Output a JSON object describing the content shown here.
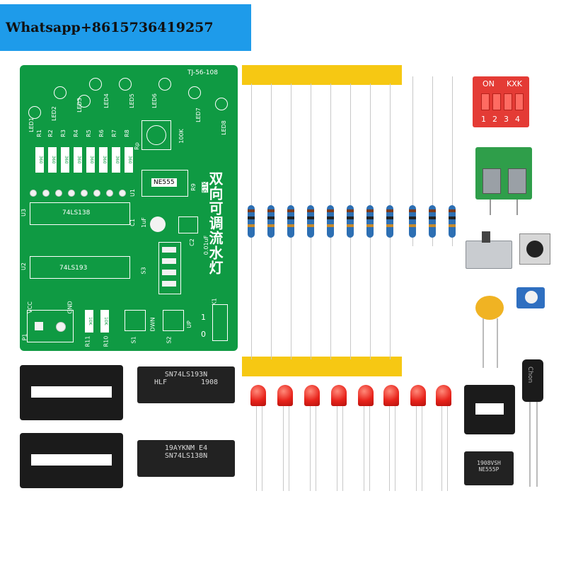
{
  "banner": {
    "text": "Whatsapp+8615736419257"
  },
  "pcb": {
    "model": "TJ-56-108",
    "title_cn": "双向可调流水灯",
    "leds": [
      "LED1",
      "LED2",
      "LED3",
      "LED4",
      "LED5",
      "LED6",
      "LED7",
      "LED8"
    ],
    "resistors": [
      "R1",
      "R2",
      "R3",
      "R4",
      "R5",
      "R6",
      "R7",
      "R8"
    ],
    "res_value": "360",
    "rp_label": "Rp",
    "rp_value": "100K",
    "u1_chip": "NE555",
    "u1_label": "U1",
    "r9_label": "R9",
    "r9_value": "51K",
    "u3_label": "U3",
    "u3_chip": "74LS138",
    "u2_label": "U2",
    "u2_chip": "74LS193",
    "c1_label": "C1",
    "c1_value": "1uF",
    "c2_label": "C2",
    "c2_value": "0.01uF",
    "s3_label": "S3",
    "vcc": "VCC",
    "gnd": "GND",
    "p1": "P1",
    "r10": "R10",
    "r11": "R11",
    "r10_value": "10K",
    "r11_value": "10K",
    "s1": "S1",
    "s2": "S2",
    "dwn": "DWN",
    "up": "UP",
    "k1": "K1",
    "zero": "0",
    "one": "1"
  },
  "dip_switch": {
    "on": "ON",
    "brand": "KXK",
    "numbers": [
      "1",
      "2",
      "3",
      "4"
    ]
  },
  "chips": {
    "sn74ls193_line1": "SN74LS193N",
    "sn74ls193_line2": "HLF",
    "sn74ls193_line3": "1908",
    "sn74ls138_line1": "19AYKNM E4",
    "sn74ls138_line2": "SN74LS138N",
    "ne555_line1": "1908VSH",
    "ne555_line2": "NE555P"
  },
  "capacitor": {
    "label": "Chon"
  }
}
